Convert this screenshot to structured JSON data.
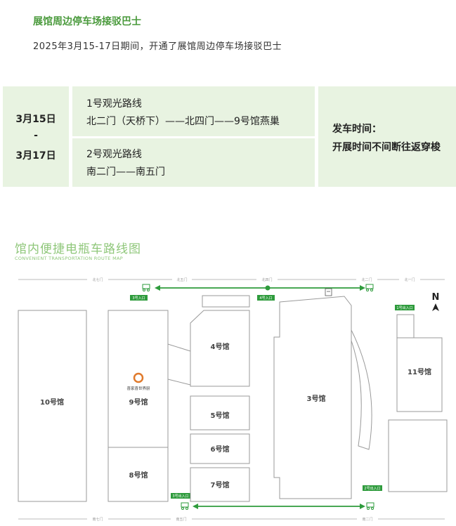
{
  "header": {
    "title": "展馆周边停车场接驳巴士",
    "subtitle": "2025年3月15-17日期间，开通了展馆周边停车场接驳巴士"
  },
  "schedule": {
    "date_start": "3月15日",
    "date_sep": "-",
    "date_end": "3月17日",
    "routes": [
      {
        "name": "1号观光路线",
        "path": "北二门（天桥下）——北四门——9号馆燕巢"
      },
      {
        "name": "2号观光路线",
        "path": "南二门——南五门"
      }
    ],
    "departure_label": "发车时间：",
    "departure_value": "开展时间不间断往返穿梭"
  },
  "map": {
    "title": "馆内便捷电瓶车路线图",
    "subtitle": "CONVENIENT TRANSPORTATION ROUTE MAP",
    "north": "N",
    "halls": {
      "h10": "10号馆",
      "h9": "9号馆",
      "h8": "8号馆",
      "h4": "4号馆",
      "h5": "5号馆",
      "h6": "6号馆",
      "h7": "7号馆",
      "h3": "3号馆",
      "h11": "11号馆"
    },
    "brand": "喜家喜世界厨",
    "gates_top": {
      "n7": "北七门",
      "n5": "北五门",
      "n4": "北四门",
      "n2": "北二门",
      "n1": "北一门"
    },
    "gates_bottom": {
      "s7": "南七门",
      "s5": "南五门",
      "s2": "南二门"
    },
    "tags": {
      "in3": "3号入口",
      "in4": "4号入口",
      "in1": "1号出入口",
      "in2": "2号出入口",
      "in3b": "3号出入口"
    },
    "colors": {
      "route": "#2e9b3c",
      "cell": "#e8f3e1",
      "accent": "#4a9a3c"
    }
  }
}
